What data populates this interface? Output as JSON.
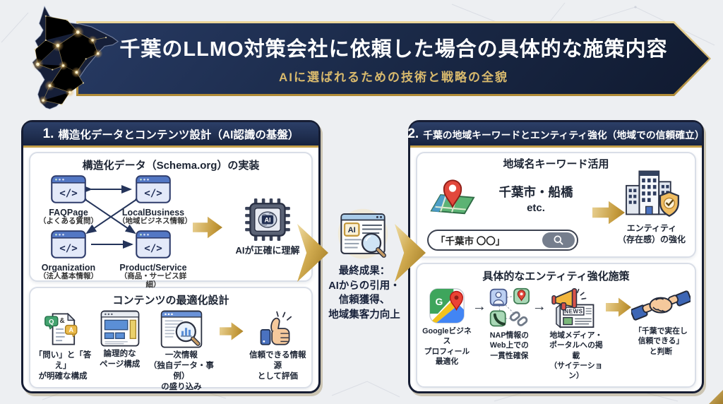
{
  "header": {
    "title": "千葉のLLMO対策会社に依頼した場合の具体的な施策内容",
    "subtitle": "AIに選ばれるための技術と戦略の全貌"
  },
  "glyphs": {
    "code": "</>",
    "ai": "AI",
    "q": "Q",
    "a": "A",
    "amp": "&",
    "g": "G",
    "news": "NEWS",
    "arrow": "→"
  },
  "panel1": {
    "num": "1.",
    "title": "構造化データとコンテンツ設計（AI認識の基盤）",
    "schema_box": {
      "title": "構造化データ（Schema.org）の実装",
      "items": [
        {
          "name": "FAQPage",
          "desc": "（よくある質問）"
        },
        {
          "name": "LocalBusiness",
          "desc": "（地域ビジネス情報）"
        },
        {
          "name": "Organization",
          "desc": "（法人基本情報）"
        },
        {
          "name": "Product/Service",
          "desc": "（商品・サービス詳細）"
        }
      ],
      "result": "AIが正確に理解"
    },
    "content_box": {
      "title": "コンテンツの最適化設計",
      "items": [
        {
          "caption": "「問い」と「答え」\nが明確な構成"
        },
        {
          "caption": "論理的な\nページ構成"
        },
        {
          "caption": "一次情報\n（独自データ・事例）\nの盛り込み"
        }
      ],
      "result": "信頼できる情報源\nとして評価"
    }
  },
  "center": {
    "caption": "最終成果：\nAIからの引用・\n信頼獲得、\n地域集客力向上"
  },
  "panel2": {
    "num": "2.",
    "title": "千葉の地域キーワードとエンティティ強化（地域での信頼確立）",
    "keyword_box": {
      "title": "地域名キーワード活用",
      "keyword": "千葉市・船橋",
      "etc": "etc.",
      "search_query": "「千葉市 〇〇」",
      "result": "エンティティ\n（存在感）の強化"
    },
    "entity_box": {
      "title": "具体的なエンティティ強化施策",
      "steps": [
        {
          "caption": "Googleビジネス\nプロフィール\n最適化"
        },
        {
          "caption": "NAP情報の\nWeb上での\n一貫性確保"
        },
        {
          "caption": "地域メディア・\nポータルへの掲載\n（サイテーション）"
        }
      ],
      "result": "「千葉で実在し\n信頼できる」\nと判断"
    }
  }
}
